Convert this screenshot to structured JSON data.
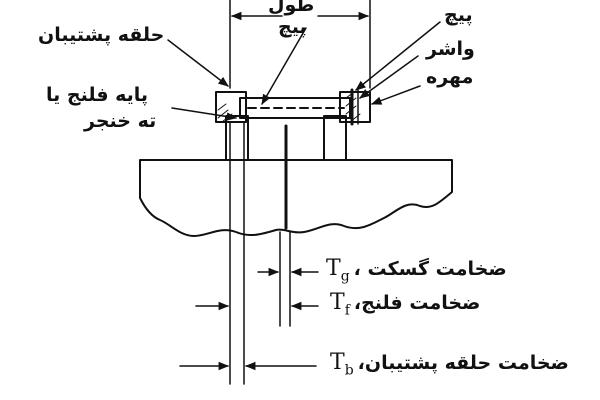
{
  "labels": {
    "bolt_length_1": "طول",
    "bolt_length_2": "پیچ",
    "backing_ring": "حلقه پشتیبان",
    "flange_base_1": "پایه فلنج یا",
    "flange_base_2": "ته خنجر",
    "bolt": "پیچ",
    "washer": "واشر",
    "nut": "مهره"
  },
  "dimensions": {
    "gasket": {
      "symbol": "T",
      "sub": "g",
      "text": "ضخامت گسکت ،"
    },
    "flange": {
      "symbol": "T",
      "sub": "f",
      "text": "ضخامت فلنج،"
    },
    "backing": {
      "symbol": "T",
      "sub": "b",
      "text": "ضخامت حلقه پشتیبان،"
    }
  },
  "colors": {
    "ink": "#111111",
    "background": "#ffffff"
  }
}
